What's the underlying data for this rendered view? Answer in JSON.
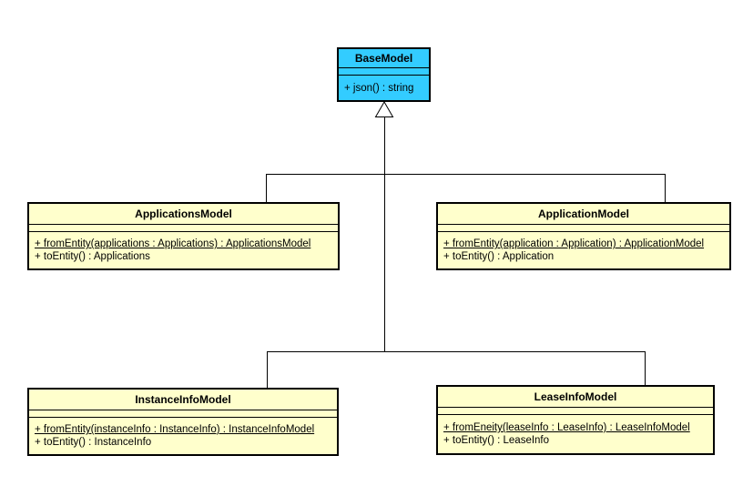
{
  "diagram_type": "uml-class-diagram",
  "colors": {
    "background": "#ffffff",
    "class_fill": "#ffffcc",
    "base_class_fill": "#33ccff",
    "border": "#000000",
    "text": "#000000"
  },
  "classes": [
    {
      "name": "BaseModel",
      "attributes": [],
      "methods": [
        {
          "text": "+ json() : string",
          "static": false
        }
      ]
    },
    {
      "name": "ApplicationsModel",
      "attributes": [],
      "methods": [
        {
          "text": "+ fromEntity(applications : Applications) : ApplicationsModel",
          "static": true
        },
        {
          "text": "+ toEntity() : Applications",
          "static": false
        }
      ]
    },
    {
      "name": "ApplicationModel",
      "attributes": [],
      "methods": [
        {
          "text": "+ fromEntity(application : Application) : ApplicationModel",
          "static": true
        },
        {
          "text": "+ toEntity() : Application",
          "static": false
        }
      ]
    },
    {
      "name": "InstanceInfoModel",
      "attributes": [],
      "methods": [
        {
          "text": "+ fromEntity(instanceInfo : InstanceInfo) : InstanceInfoModel",
          "static": true
        },
        {
          "text": "+ toEntity() : InstanceInfo",
          "static": false
        }
      ]
    },
    {
      "name": "LeaseInfoModel",
      "attributes": [],
      "methods": [
        {
          "text": "+ fromEneity(leaseInfo : LeaseInfo) : LeaseInfoModel",
          "static": true
        },
        {
          "text": "+ toEntity() : LeaseInfo",
          "static": false
        }
      ]
    }
  ],
  "relationships": [
    {
      "type": "generalization",
      "from": "ApplicationsModel",
      "to": "BaseModel"
    },
    {
      "type": "generalization",
      "from": "ApplicationModel",
      "to": "BaseModel"
    },
    {
      "type": "generalization",
      "from": "InstanceInfoModel",
      "to": "BaseModel"
    },
    {
      "type": "generalization",
      "from": "LeaseInfoModel",
      "to": "BaseModel"
    }
  ]
}
